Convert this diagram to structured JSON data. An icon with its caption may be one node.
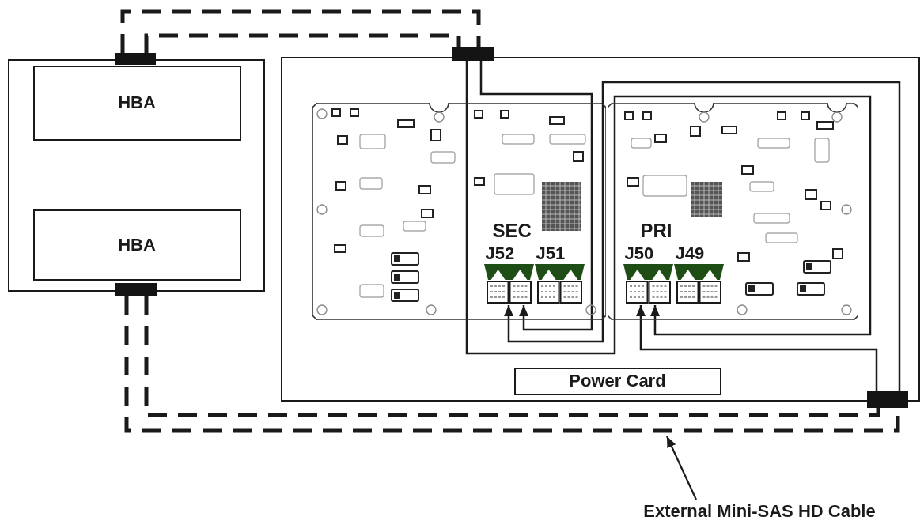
{
  "diagram": {
    "nodes": [
      {
        "text": [],
        "shape": "box"
      },
      {
        "text": [
          "HBA"
        ],
        "in": 0
      },
      {
        "text": [
          "HBA"
        ],
        "in": 0
      },
      {
        "text": [],
        "shape": "box"
      },
      {
        "text": [],
        "shape": "box"
      },
      {
        "text": [],
        "shape": "box"
      },
      {
        "text": [],
        "shape": "box"
      },
      {
        "text": [
          "SEC"
        ],
        "in": 5
      },
      {
        "text": [
          "J52"
        ],
        "in": 7
      },
      {
        "text": [
          "J51"
        ],
        "in": 7
      },
      {
        "text": [
          "PRI"
        ],
        "in": 5
      },
      {
        "text": [
          "J50"
        ],
        "in": 10
      },
      {
        "text": [
          "J49"
        ],
        "in": 10
      },
      {
        "text": [
          "Power Card"
        ],
        "in": 5
      },
      {
        "text": [],
        "shape": "box"
      },
      {
        "text": [
          "External Mini-SAS HD Cable"
        ]
      }
    ],
    "edges": [
      {
        "from": 3,
        "to": 6,
        "arrow": "none",
        "style": "dashed"
      },
      {
        "from": 3,
        "to": 6,
        "arrow": "none",
        "style": "dashed"
      },
      {
        "from": 4,
        "to": 14,
        "arrow": "none",
        "style": "dashed"
      },
      {
        "from": 4,
        "to": 14,
        "arrow": "none",
        "style": "dashed"
      },
      {
        "from": 6,
        "to": 8,
        "arrow": "to"
      },
      {
        "from": 6,
        "to": 11,
        "arrow": "to"
      },
      {
        "from": 14,
        "to": 8,
        "arrow": "to"
      },
      {
        "from": 14,
        "to": 11,
        "arrow": "to"
      },
      {
        "from": 15,
        "to": null,
        "arrow": "to"
      }
    ]
  }
}
